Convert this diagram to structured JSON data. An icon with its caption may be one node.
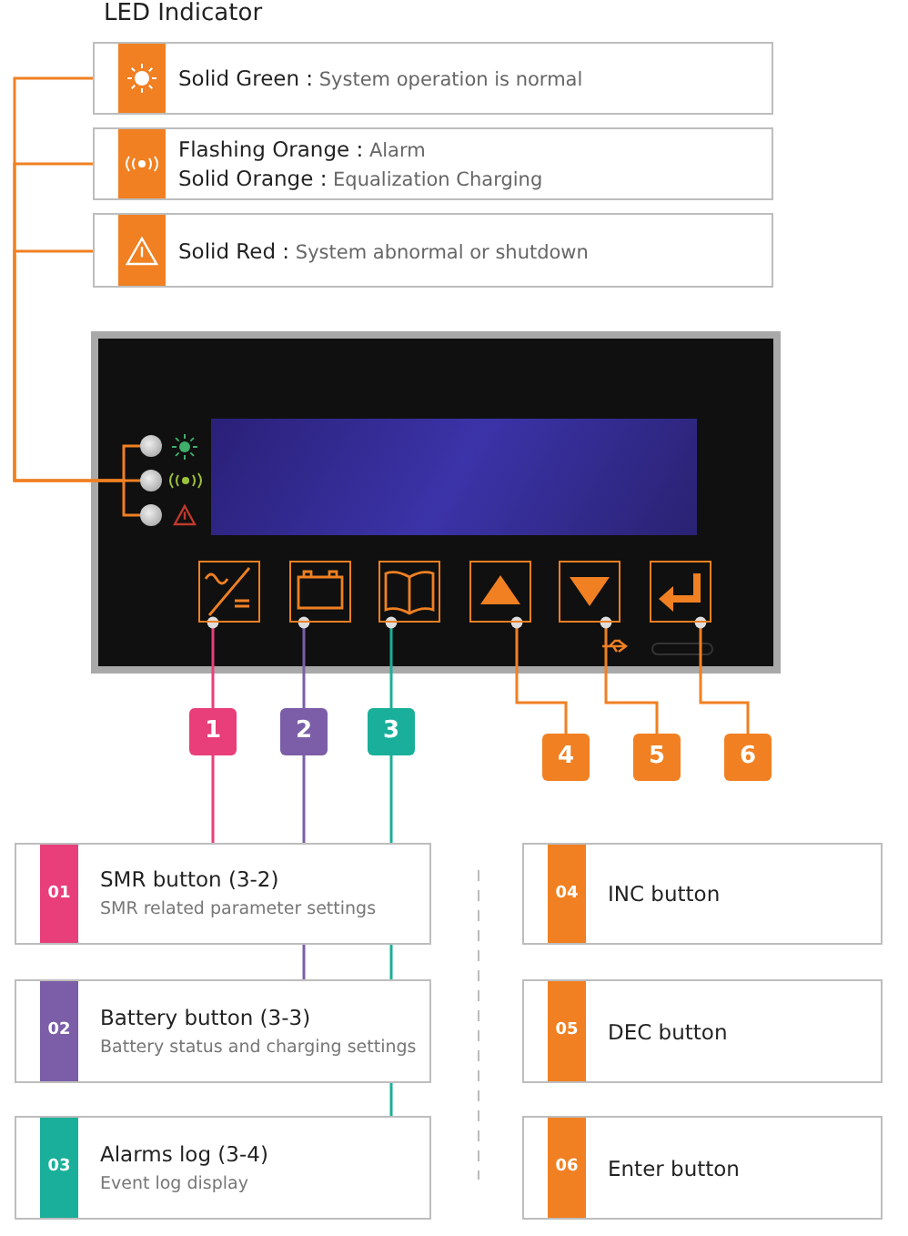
{
  "diagram": {
    "nodes": [
      {
        "text": [
          "**Solid Green :** System operation is normal"
        ]
      },
      {
        "text": [
          "**Flashing Orange :** Alarm",
          "**Solid Orange :** Equalization Charging"
        ]
      },
      {
        "text": [
          "**Solid Red :** System abnormal or shutdown"
        ]
      },
      {
        "text": [],
        "shape": "circle"
      },
      {
        "text": [],
        "shape": "circle"
      },
      {
        "text": [],
        "shape": "circle"
      },
      {
        "text": [],
        "shape": "box"
      },
      {
        "text": [],
        "shape": "box"
      },
      {
        "text": [],
        "shape": "box"
      },
      {
        "text": [],
        "shape": "box"
      },
      {
        "text": [],
        "shape": "box"
      },
      {
        "text": [],
        "shape": "box"
      },
      {
        "text": [
          "1"
        ]
      },
      {
        "text": [
          "2"
        ]
      },
      {
        "text": [
          "3"
        ]
      },
      {
        "text": [
          "4"
        ]
      },
      {
        "text": [
          "5"
        ]
      },
      {
        "text": [
          "6"
        ]
      },
      {
        "text": [
          "01",
          "SMR button  (3-2)",
          "SMR related parameter settings"
        ]
      },
      {
        "text": [
          "02",
          "Battery button (3-3)",
          "Battery status and charging settings"
        ]
      },
      {
        "text": [
          "03",
          "Alarms log (3-4)",
          "Event log display"
        ]
      },
      {
        "text": [
          "04",
          "INC button"
        ]
      },
      {
        "text": [
          "05",
          "DEC button"
        ]
      },
      {
        "text": [
          "06",
          "Enter button"
        ]
      }
    ],
    "edges": [
      {
        "from": 0,
        "to": 3,
        "arrow": "none"
      },
      {
        "from": 1,
        "to": 4,
        "arrow": "none"
      },
      {
        "from": 2,
        "to": 5,
        "arrow": "none"
      },
      {
        "from": 6,
        "to": 12,
        "arrow": "other",
        "color": "#e83e7a"
      },
      {
        "from": 7,
        "to": 13,
        "arrow": "other",
        "color": "#7b5ea7"
      },
      {
        "from": 8,
        "to": 14,
        "arrow": "other",
        "color": "#1aaf9a"
      },
      {
        "from": 9,
        "to": 15,
        "arrow": "other"
      },
      {
        "from": 10,
        "to": 16,
        "arrow": "other"
      },
      {
        "from": 11,
        "to": 17,
        "arrow": "other"
      },
      {
        "from": 12,
        "to": 18,
        "arrow": "none",
        "color": "#e83e7a"
      },
      {
        "from": 13,
        "to": 19,
        "arrow": "none",
        "color": "#7b5ea7"
      },
      {
        "from": 14,
        "to": 20,
        "arrow": "none",
        "color": "#1aaf9a"
      }
    ],
    "labels": [
      "LED Indicator"
    ]
  }
}
